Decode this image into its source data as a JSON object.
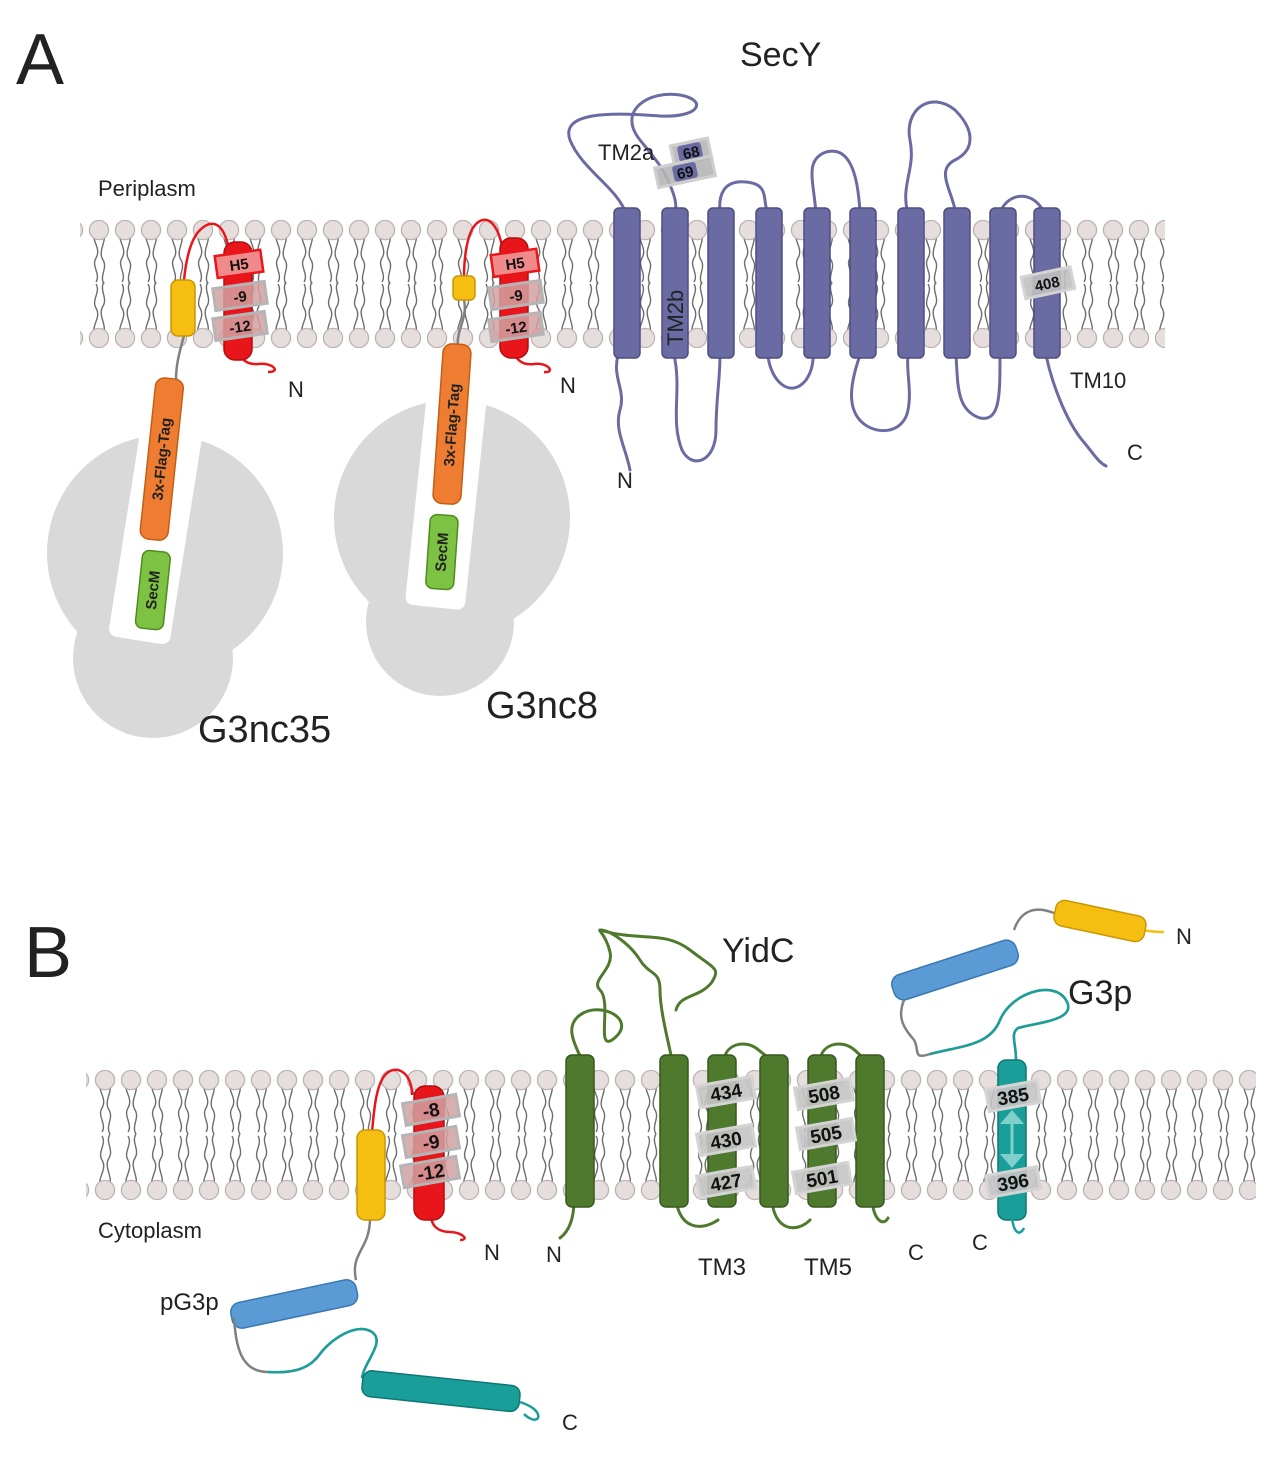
{
  "panel_a": {
    "letter": "A",
    "compartment": "Periplasm",
    "secy": {
      "name": "SecY",
      "tm2a": "TM2a",
      "tm2b": "TM2b",
      "tm10": "TM10",
      "res_68": "68",
      "res_69": "69",
      "res_408": "408",
      "n_term": "N",
      "c_term": "C"
    },
    "g3nc35": {
      "name": "G3nc35",
      "h5": "H5",
      "res_m9": "-9",
      "res_m12": "-12",
      "n_term": "N",
      "flag": "3x-Flag-Tag",
      "secm": "SecM"
    },
    "g3nc8": {
      "name": "G3nc8",
      "h5": "H5",
      "res_m9": "-9",
      "res_m12": "-12",
      "n_term": "N",
      "flag": "3x-Flag-Tag",
      "secm": "SecM"
    }
  },
  "panel_b": {
    "letter": "B",
    "compartment": "Cytoplasm",
    "pg3p": {
      "name": "pG3p",
      "res_m8": "-8",
      "res_m9": "-9",
      "res_m12": "-12",
      "n_term": "N",
      "c_term": "C"
    },
    "yidc": {
      "name": "YidC",
      "tm3": "TM3",
      "tm5": "TM5",
      "res_434": "434",
      "res_430": "430",
      "res_427": "427",
      "res_508": "508",
      "res_505": "505",
      "res_501": "501",
      "n_term": "N",
      "c_term": "C"
    },
    "g3p": {
      "name": "G3p",
      "res_385": "385",
      "res_396": "396",
      "n_term": "N",
      "c_term": "C"
    }
  },
  "colors": {
    "secy": "#6b6ba3",
    "yidc": "#4f7a2e",
    "signal_red": "#e8161b",
    "hydrophobic_yellow": "#f6be10",
    "flag_orange": "#ee7d31",
    "secm_green": "#7dc242",
    "blue_domain": "#5b9bd5",
    "teal_domain": "#1a9e9a",
    "ribosome_grey": "#d9d9d9",
    "lipid_head": "#e6dddd"
  }
}
